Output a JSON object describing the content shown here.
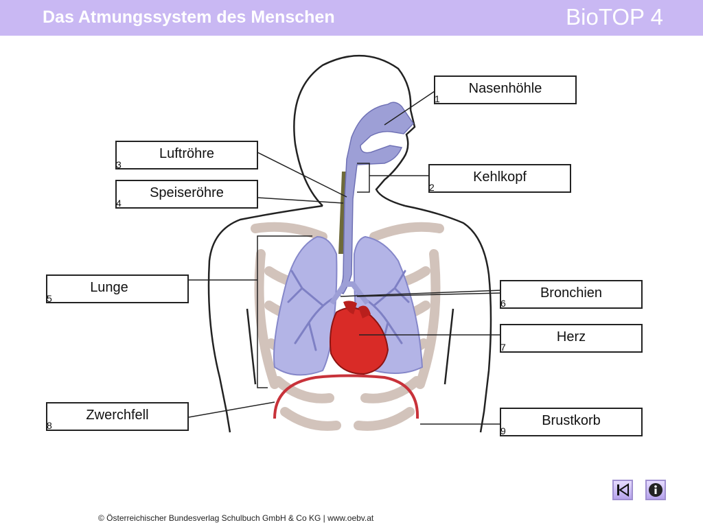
{
  "header": {
    "title": "Das Atmungssystem des Menschen",
    "brand": "BioTOP 4"
  },
  "labels": [
    {
      "id": "nasenhoehle",
      "text": "Nasenhöhle",
      "number": "1"
    },
    {
      "id": "kehlkopf",
      "text": "Kehlkopf",
      "number": "2"
    },
    {
      "id": "luftroehre",
      "text": "Luftröhre",
      "number": "3"
    },
    {
      "id": "speiseroehre",
      "text": "Speiseröhre",
      "number": "4"
    },
    {
      "id": "lunge",
      "text": "Lunge",
      "number": "5"
    },
    {
      "id": "bronchien",
      "text": "Bronchien",
      "number": "6"
    },
    {
      "id": "herz",
      "text": "Herz",
      "number": "7"
    },
    {
      "id": "zwerchfell",
      "text": "Zwerchfell",
      "number": "8"
    },
    {
      "id": "brustkorb",
      "text": "Brustkorb",
      "number": "9"
    }
  ],
  "nav": {
    "back_icon": "skip-back-icon",
    "info_icon": "info-icon"
  },
  "colors": {
    "header_bg": "#c9b8f3",
    "airway": "#9d9fd6",
    "lung": "#b3b4e6",
    "heart": "#d92b27",
    "diaphragm": "#c8323a",
    "esophagus": "#6e6a3a",
    "ribs": "#cbb9b0"
  },
  "footer": "© Österreichischer Bundesverlag Schulbuch GmbH & Co KG | www.oebv.at"
}
